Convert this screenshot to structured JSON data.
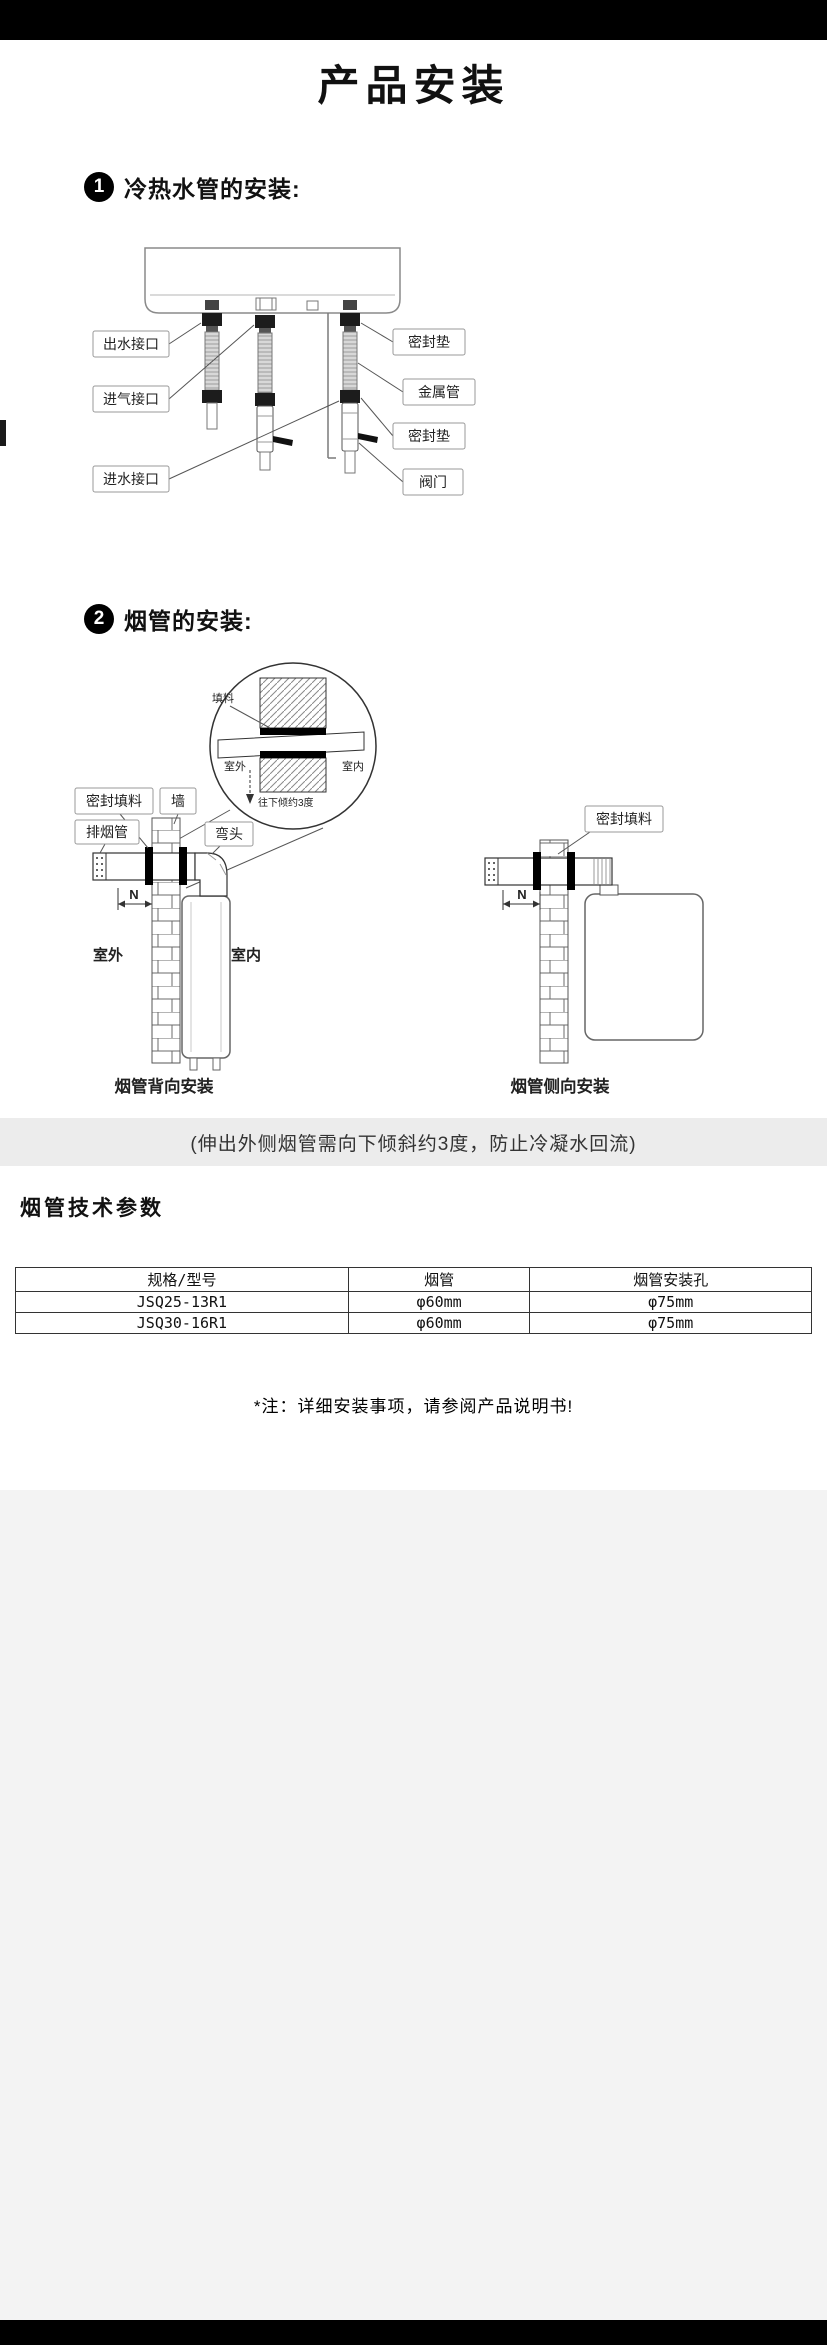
{
  "title": "产品安装",
  "colors": {
    "bar_color": "#000000",
    "note_bg": "#ececec",
    "bottom_bg": "#f3f3f3"
  },
  "section1": {
    "number": "1",
    "heading": "冷热水管的安装:",
    "labels": {
      "outlet": "出水接口",
      "gas_inlet": "进气接口",
      "water_inlet": "进水接口",
      "seal_top": "密封垫",
      "metal_pipe": "金属管",
      "seal_bottom": "密封垫",
      "valve": "阀门"
    }
  },
  "section2": {
    "number": "2",
    "heading": "烟管的安装:",
    "magnifier": {
      "filler": "填料",
      "outdoor": "室外",
      "indoor": "室内",
      "tilt_note": "往下倾约3度"
    },
    "back_install": {
      "seal": "密封填料",
      "wall": "墙",
      "flue": "排烟管",
      "elbow": "弯头",
      "dim": "N",
      "outdoor": "室外",
      "indoor": "室内",
      "caption": "烟管背向安装"
    },
    "side_install": {
      "seal": "密封填料",
      "dim": "N",
      "caption": "烟管侧向安装"
    }
  },
  "note": "(伸出外侧烟管需向下倾斜约3度，防止冷凝水回流)",
  "params": {
    "title": "烟管技术参数",
    "headers": [
      "规格/型号",
      "烟管",
      "烟管安装孔"
    ],
    "rows": [
      [
        "JSQ25-13R1",
        "φ60mm",
        "φ75mm"
      ],
      [
        "JSQ30-16R1",
        "φ60mm",
        "φ75mm"
      ]
    ]
  },
  "footnote": "*注：详细安装事项，请参阅产品说明书!"
}
